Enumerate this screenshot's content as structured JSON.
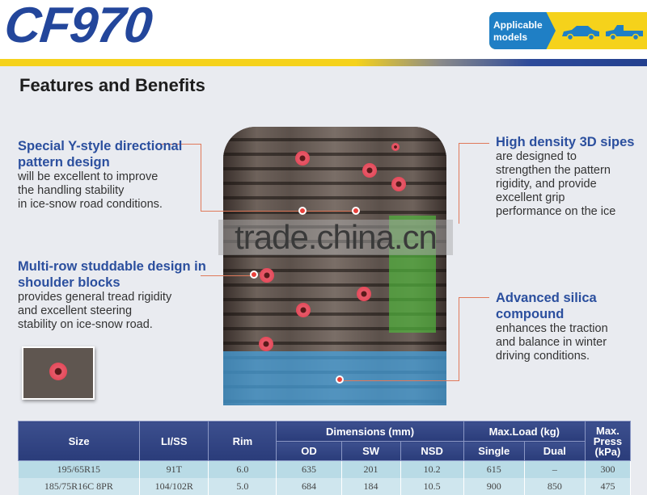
{
  "header": {
    "model_name": "CF970",
    "applicable_models_label": "Applicable models",
    "applicable_icons": [
      "car-icon",
      "pickup-truck-icon"
    ]
  },
  "section_title": "Features and Benefits",
  "features": [
    {
      "title": "Special Y-style directional pattern design",
      "body": "will be excellent to improve\nthe handling stability\nin ice-snow road conditions."
    },
    {
      "title": "High density 3D sipes",
      "body": "are designed to\nstrengthen the pattern\nrigidity, and provide\nexcellent grip\nperformance on the ice"
    },
    {
      "title": "Multi-row studdable design in shoulder blocks",
      "body": "provides general tread rigidity\nand excellent steering\nstability on ice-snow road."
    },
    {
      "title": "Advanced silica compound",
      "body": "enhances the traction\nand balance in winter\ndriving conditions."
    }
  ],
  "watermark": "trade.china.cn",
  "table": {
    "headers": {
      "size": "Size",
      "li_ss": "LI/SS",
      "rim": "Rim",
      "dimensions": "Dimensions (mm)",
      "od": "OD",
      "sw": "SW",
      "nsd": "NSD",
      "max_load": "Max.Load (kg)",
      "single": "Single",
      "dual": "Dual",
      "max_press": "Max. Press (kPa)"
    },
    "rows": [
      {
        "size": "195/65R15",
        "li_ss": "91T",
        "rim": "6.0",
        "od": "635",
        "sw": "201",
        "nsd": "10.2",
        "single": "615",
        "dual": "–",
        "press": "300"
      },
      {
        "size": "185/75R16C 8PR",
        "li_ss": "104/102R",
        "rim": "5.0",
        "od": "684",
        "sw": "184",
        "nsd": "10.5",
        "single": "900",
        "dual": "850",
        "press": "475"
      }
    ]
  },
  "colors": {
    "brand_blue": "#23469b",
    "accent_yellow": "#f5d21b",
    "title_blue": "#2b4f9e",
    "callout_line": "#e0795a"
  }
}
